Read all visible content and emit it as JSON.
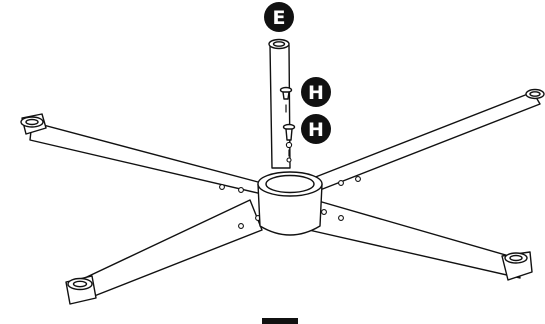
{
  "labels": {
    "base_part": "E",
    "screw_top": "H",
    "screw_bottom": "H"
  },
  "colors": {
    "ink": "#111111",
    "paper": "#ffffff"
  }
}
